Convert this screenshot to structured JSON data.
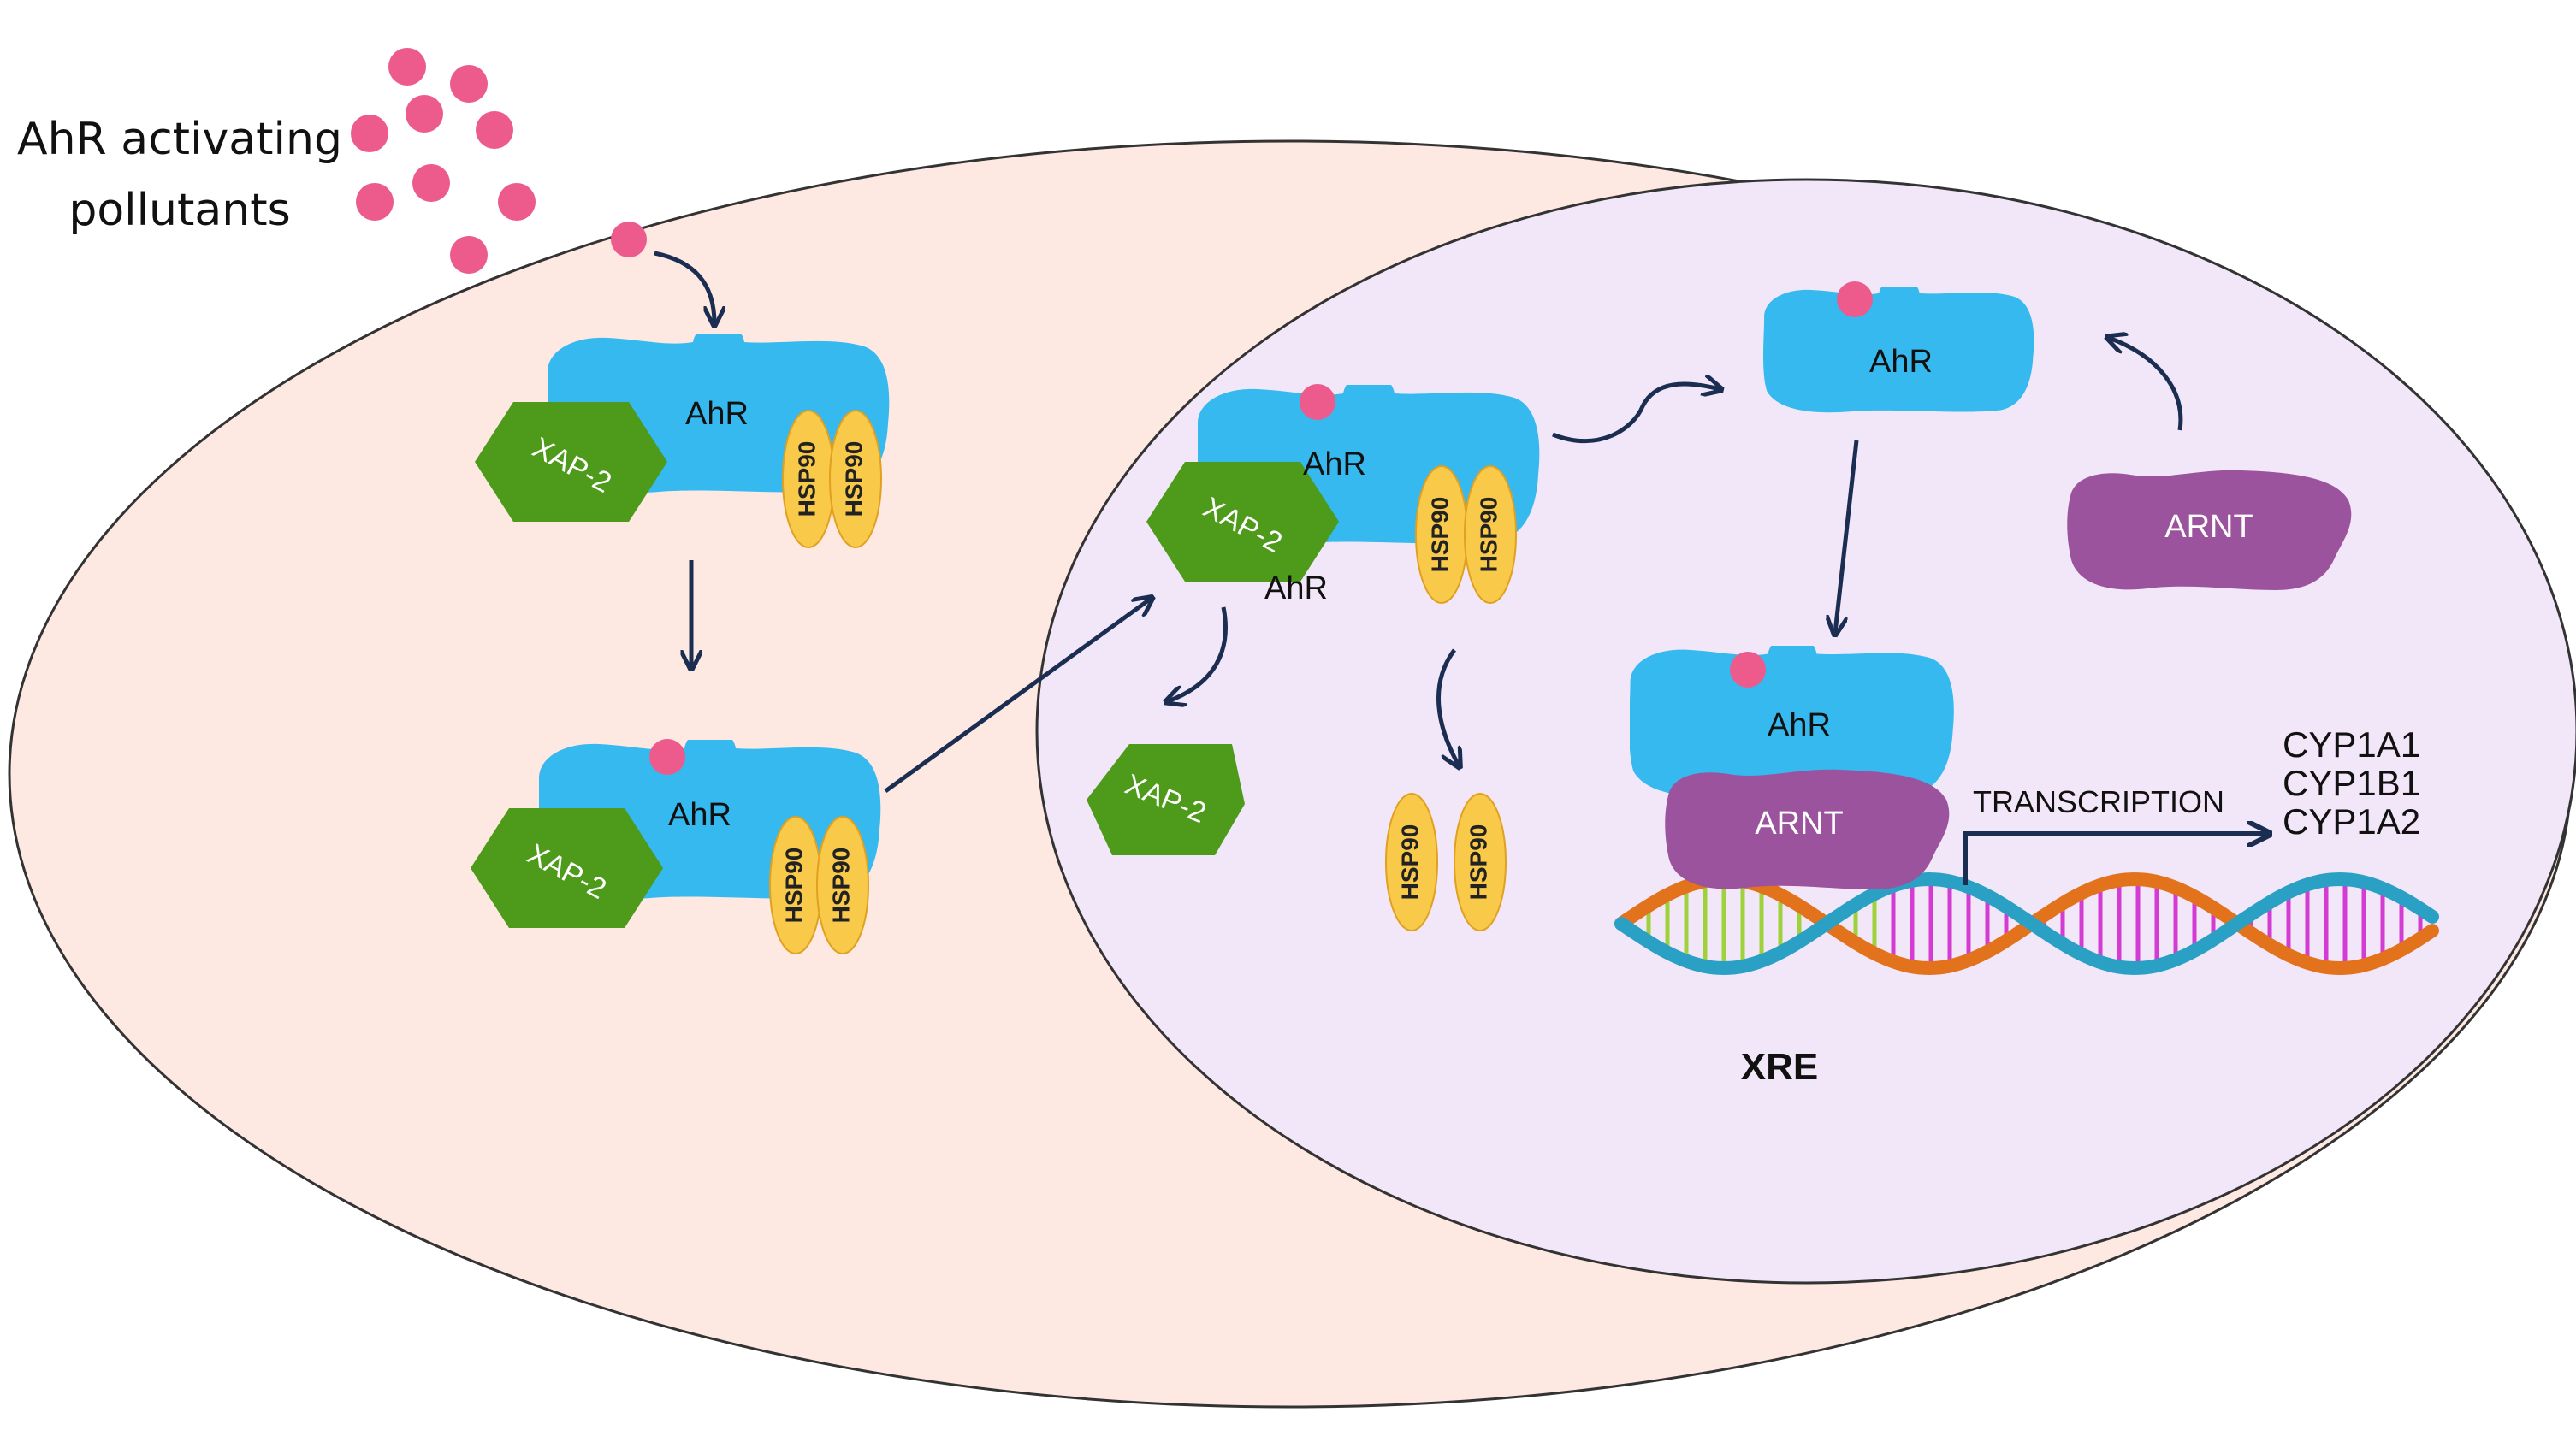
{
  "pollutants": {
    "label_line1": "AhR activating",
    "label_line2": "pollutants"
  },
  "labels": {
    "ahr": "AhR",
    "xap2": "XAP-2",
    "hsp90": "HSP90",
    "arnt": "ARNT",
    "transcription": "TRANSCRIPTION",
    "xre": "XRE",
    "genes": [
      "CYP1A1",
      "CYP1B1",
      "CYP1A2"
    ]
  },
  "colors": {
    "cytoplasm": "#fde8e2",
    "nucleus": "#f2e7f9",
    "ahr": "#35b9ee",
    "xap2": "#4e9a1a",
    "hsp90": "#f9c94a",
    "arnt": "#9b539e",
    "ligand": "#ec5b8c",
    "arrow": "#1b2e52",
    "dna_teal": "#2aa1c4",
    "dna_orange": "#e2731c",
    "dna_green_rungs": "#9ed13a",
    "dna_pink_rungs": "#d33bd3"
  }
}
